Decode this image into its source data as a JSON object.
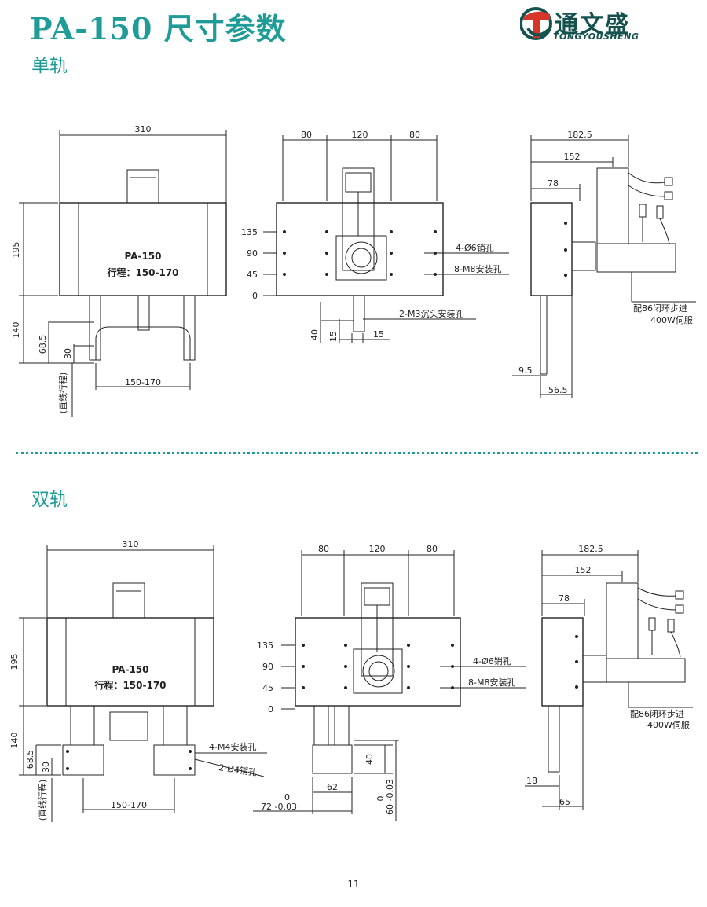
{
  "header": {
    "title": "PA-150 尺寸参数",
    "logo_cn": "通文盛",
    "logo_en": "TONGYOUSHENG",
    "colors": {
      "accent": "#1f9c98",
      "logo_dark": "#15524f",
      "logo_red": "#d8352a"
    }
  },
  "single": {
    "section_label": "单轨",
    "front": {
      "width": "310",
      "height": "195",
      "below": "140",
      "offset": "68.5",
      "small": "30",
      "model": "PA-150",
      "stroke": "行程：150-170",
      "stroke_dim": "150-170",
      "side_note": "(直线行程)"
    },
    "middle": {
      "w1": "80",
      "w2": "120",
      "w3": "80",
      "y135": "135",
      "y90": "90",
      "y45": "45",
      "y0": "0",
      "note1": "4-Ø6销孔",
      "note2": "8-M8安装孔",
      "note3": "2-M3沉头安装孔",
      "d40": "40",
      "d15a": "15",
      "d15b": "15"
    },
    "side": {
      "d182": "182.5",
      "d152": "152",
      "d78": "78",
      "motor_note1": "配86闭环步进",
      "motor_note2": "400W伺服",
      "d9": "9.5",
      "d56": "56.5"
    }
  },
  "double": {
    "section_label": "双轨",
    "front": {
      "width": "310",
      "height": "195",
      "below": "140",
      "offset": "68.5",
      "small": "30",
      "model": "PA-150",
      "stroke": "行程：150-170",
      "stroke_dim": "150-170",
      "side_note": "(直线行程)",
      "note1": "4-M4安装孔",
      "note2": "2-Ø4销孔"
    },
    "middle": {
      "w1": "80",
      "w2": "120",
      "w3": "80",
      "y135": "135",
      "y90": "90",
      "y45": "45",
      "y0": "0",
      "note1": "4-Ø6销孔",
      "note2": "8-M8安装孔",
      "d40": "40",
      "d62": "62",
      "tol_a0": "0",
      "tol_a": "72 -0.03",
      "tol_b0": "0",
      "tol_b": "60 -0.03"
    },
    "side": {
      "d182": "182.5",
      "d152": "152",
      "d78": "78",
      "motor_note1": "配86闭环步进",
      "motor_note2": "400W伺服",
      "d18": "18",
      "d65": "65"
    }
  },
  "footer": {
    "page_number": "11"
  }
}
